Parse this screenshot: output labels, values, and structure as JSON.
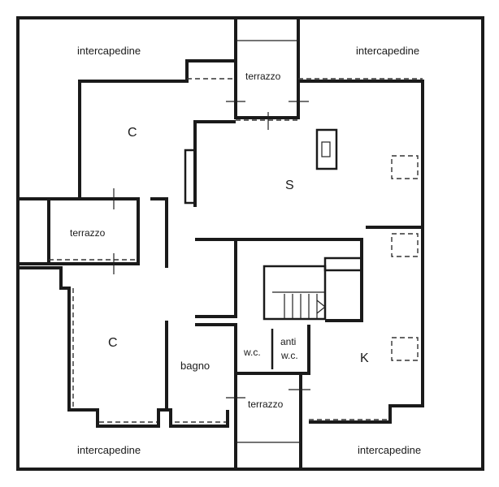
{
  "rooms": {
    "intercapedine_top_left": "intercapedine",
    "intercapedine_top_right": "intercapedine",
    "terrazzo_top": "terrazzo",
    "c_top": "C",
    "s_living": "S",
    "terrazzo_left": "terrazzo",
    "c_bottom": "C",
    "bagno": "bagno",
    "wc_1": "w.c.",
    "anti": "anti",
    "wc_2": "w.c.",
    "k_kitchen": "K",
    "terrazzo_bottom": "terrazzo",
    "intercapedine_bottom_left": "intercapedine",
    "intercapedine_bottom_right": "intercapedine"
  }
}
